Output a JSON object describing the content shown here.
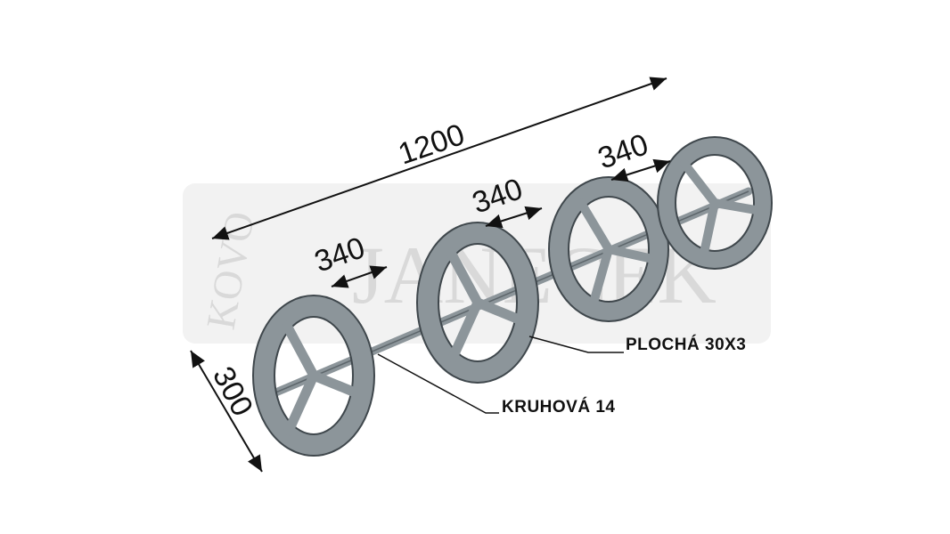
{
  "watermark": {
    "brand_side": "KOVO",
    "brand_main": "JANECEK"
  },
  "dimensions": {
    "total_length": "1200",
    "spacing_1": "340",
    "spacing_2": "340",
    "spacing_3": "340",
    "diameter": "300"
  },
  "labels": {
    "flat_bar": "PLOCHÁ 30X3",
    "round_bar": "KRUHOVÁ 14"
  },
  "colors": {
    "steel": "#8c959a",
    "steel_dark": "#3f474c",
    "line": "#111111",
    "watermark": "#d9d9d9"
  }
}
